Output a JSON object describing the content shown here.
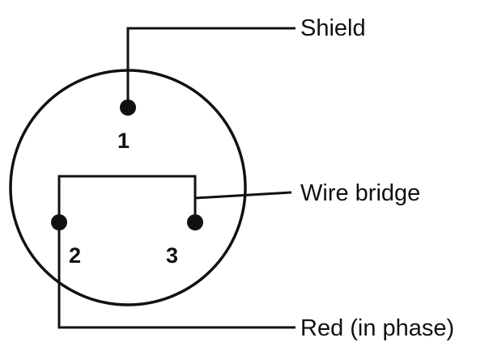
{
  "diagram": {
    "labels": {
      "shield": "Shield",
      "wire_bridge": "Wire bridge",
      "red": "Red (in phase)"
    },
    "pins": [
      {
        "number": "1"
      },
      {
        "number": "2"
      },
      {
        "number": "3"
      }
    ],
    "colors": {
      "ink": "#111111",
      "background": "#ffffff"
    }
  }
}
